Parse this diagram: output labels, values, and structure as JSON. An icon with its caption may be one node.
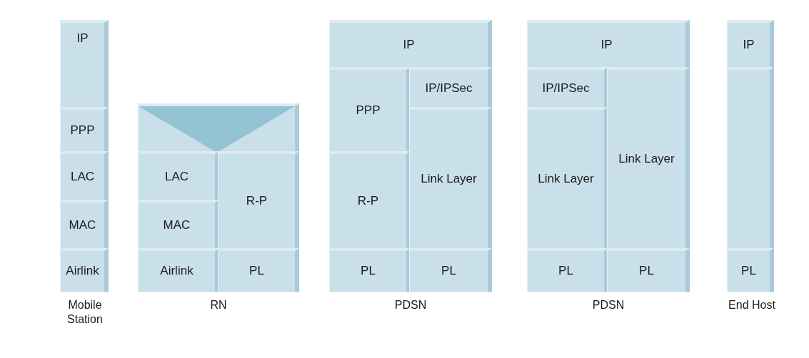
{
  "diagram": {
    "nodes": [
      {
        "text": [
          "Mobile Station"
        ]
      },
      {
        "text": [
          "IP"
        ],
        "in": 0
      },
      {
        "text": [
          "PPP"
        ],
        "in": 0
      },
      {
        "text": [
          "LAC"
        ],
        "in": 0
      },
      {
        "text": [
          "MAC"
        ],
        "in": 0
      },
      {
        "text": [
          "Airlink"
        ],
        "in": 0
      },
      {
        "text": [
          "RN"
        ]
      },
      {
        "text": [],
        "shape": "triangle",
        "in": 6
      },
      {
        "text": [
          "LAC"
        ],
        "in": 6
      },
      {
        "text": [
          "MAC"
        ],
        "in": 6
      },
      {
        "text": [
          "Airlink"
        ],
        "in": 6
      },
      {
        "text": [
          "R-P"
        ],
        "in": 6
      },
      {
        "text": [
          "PL"
        ],
        "in": 6
      },
      {
        "text": [
          "PDSN"
        ]
      },
      {
        "text": [
          "IP"
        ],
        "in": 13
      },
      {
        "text": [
          "PPP"
        ],
        "in": 13
      },
      {
        "text": [
          "IP/IPSec"
        ],
        "in": 13
      },
      {
        "text": [
          "R-P"
        ],
        "in": 13
      },
      {
        "text": [
          "Link Layer"
        ],
        "in": 13
      },
      {
        "text": [
          "PL"
        ],
        "in": 13
      },
      {
        "text": [
          "PL"
        ],
        "in": 13
      },
      {
        "text": [
          "PDSN"
        ]
      },
      {
        "text": [
          "IP"
        ],
        "in": 21
      },
      {
        "text": [
          "IP/IPSec"
        ],
        "in": 21
      },
      {
        "text": [
          "Link Layer"
        ],
        "in": 21
      },
      {
        "text": [
          "Link Layer"
        ],
        "in": 21
      },
      {
        "text": [
          "PL"
        ],
        "in": 21
      },
      {
        "text": [
          "PL"
        ],
        "in": 21
      },
      {
        "text": [
          "End Host"
        ]
      },
      {
        "text": [
          "IP"
        ],
        "in": 28
      },
      {
        "text": [],
        "shape": "box",
        "in": 28
      },
      {
        "text": [
          "PL"
        ],
        "in": 28
      }
    ]
  }
}
